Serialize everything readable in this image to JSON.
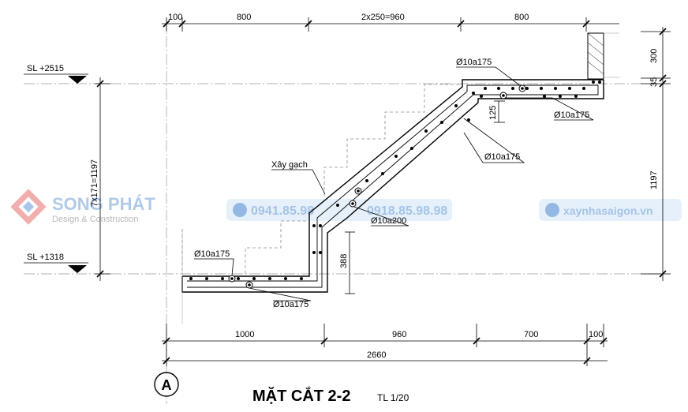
{
  "dimensions": {
    "top_100": "100",
    "top_800_left": "800",
    "top_mid": "2x250=960",
    "top_800_right": "800",
    "bottom_1000": "1000",
    "bottom_960": "960",
    "bottom_700": "700",
    "bottom_100": "100",
    "total": "2660",
    "left_vertical": "7x171=1197",
    "right_300": "300",
    "right_35": "35",
    "right_1197": "1197",
    "d_125": "125",
    "d_388": "388"
  },
  "levels": {
    "upper": "SL +2515",
    "lower": "SL +1318"
  },
  "rebar": {
    "top_left": "Ø10a175",
    "top_right": "Ø10a175",
    "mid_right": "Ø10a175",
    "center": "Ø10a200",
    "bottom_left": "Ø10a175",
    "bottom_right": "Ø10a175"
  },
  "notes": {
    "brick": "Xây gạch"
  },
  "title": {
    "main": "MẶT CẮT 2-2",
    "scale": "TL 1/20",
    "grid_axis": "A"
  },
  "watermark": {
    "brand": "SONG PHÁT",
    "tagline": "Design & Construction",
    "phone1": "0941.85.98",
    "phone2": "0918.85.98.98",
    "website": "xaynhasaigon.vn"
  },
  "colors": {
    "line": "#000000",
    "hidden": "#8c8c8c",
    "watermark_blue": "#6f9fd8",
    "watermark_red": "#e86a6a"
  }
}
